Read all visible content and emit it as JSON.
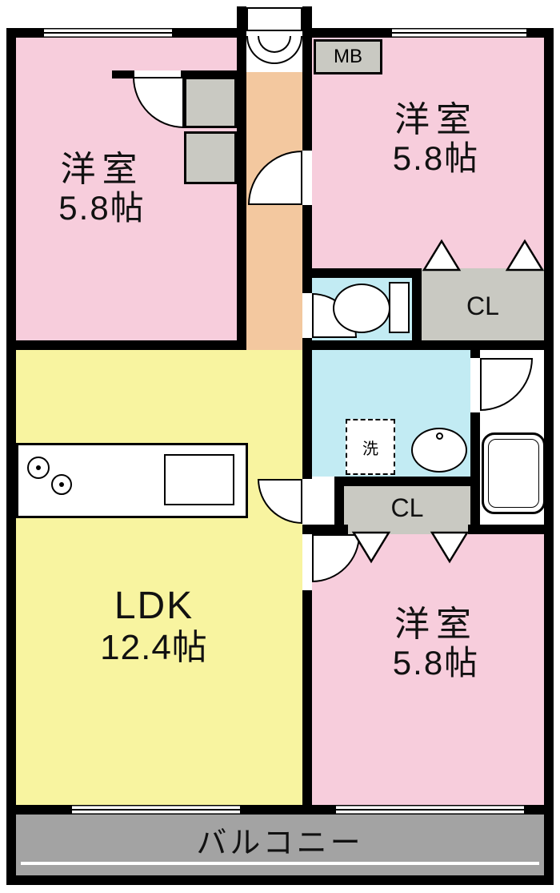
{
  "floor_plan": {
    "rooms": {
      "bedroom_top_left": {
        "name": "洋室",
        "area": "5.8帖"
      },
      "bedroom_top_right": {
        "name": "洋室",
        "area": "5.8帖"
      },
      "bedroom_bottom_right": {
        "name": "洋室",
        "area": "5.8帖"
      },
      "ldk": {
        "name": "LDK",
        "area": "12.4帖"
      },
      "balcony": {
        "name": "バルコニー"
      }
    },
    "labels": {
      "meter_box": "MB",
      "closet_upper": "CL",
      "closet_lower": "CL",
      "washer": "洗"
    },
    "colors": {
      "bedroom_pink": "#f7cddc",
      "ldk_yellow": "#f8f4a0",
      "hallway_orange": "#f3c89f",
      "sanitary_cyan": "#c2ebf3",
      "closet_gray": "#c9c9c2",
      "balcony_gray": "#a3a3a3",
      "wall_black": "#000000",
      "fixture_white": "#ffffff"
    }
  }
}
